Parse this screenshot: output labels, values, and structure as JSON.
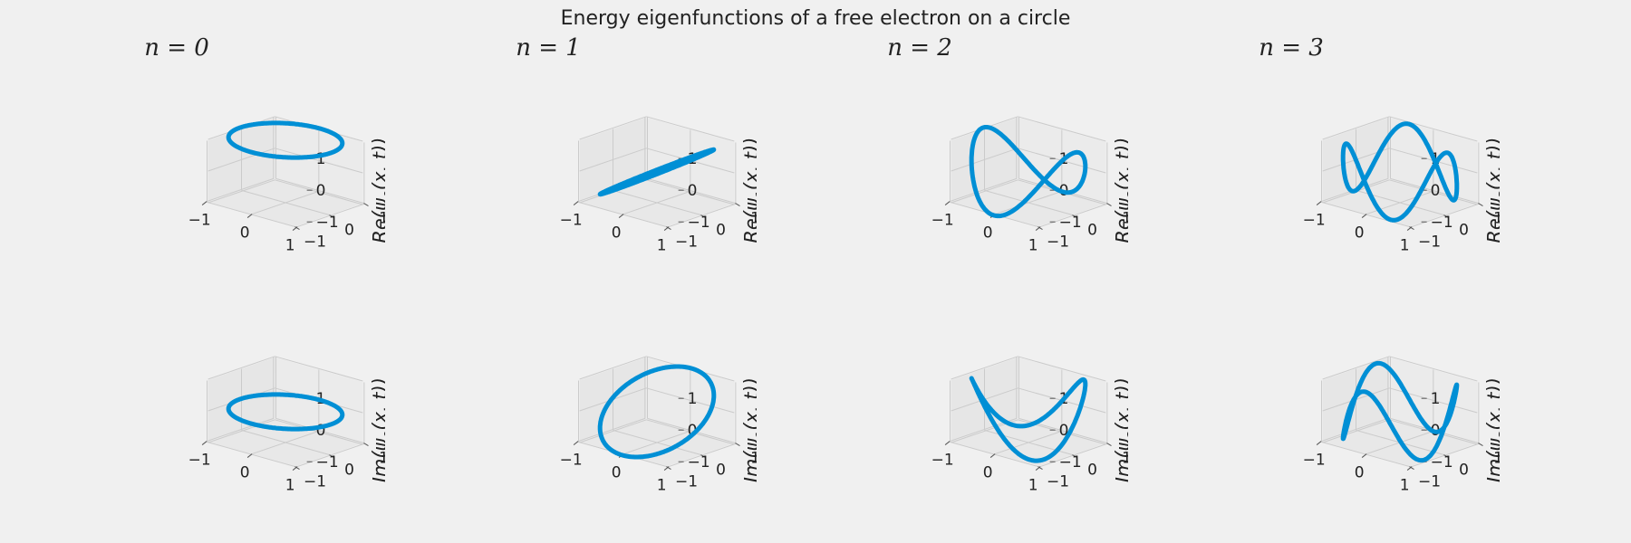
{
  "figure": {
    "title": "Energy eigenfunctions of a free electron on a circle"
  },
  "colors": {
    "background": "#f0f0f0",
    "pane": "#e8e8e8",
    "grid": "#cbcbcb",
    "line": "#008fd5",
    "text": "#222222"
  },
  "chart_data": [
    {
      "type": "line3d",
      "title": "n = 0",
      "part": "Re",
      "n": 0,
      "zlabel": "Re(ψ0(x, t))",
      "x_ticks": [
        "−1",
        "0",
        "1"
      ],
      "y_ticks": [
        "1",
        "0",
        "−1"
      ],
      "z_ticks": [
        "1",
        "0",
        "−1"
      ],
      "xlim": [
        -1,
        1
      ],
      "ylim": [
        -1,
        1
      ],
      "zlim": [
        -1,
        1
      ],
      "series": [
        {
          "x": "cos(θ)",
          "y": "sin(θ)",
          "z": "cos(0·θ) = 1",
          "theta_range": [
            0,
            6.2832
          ]
        }
      ]
    },
    {
      "type": "line3d",
      "title": "n = 1",
      "part": "Re",
      "n": 1,
      "zlabel": "Re(ψ1(x, t))",
      "x_ticks": [
        "−1",
        "0",
        "1"
      ],
      "y_ticks": [
        "1",
        "0",
        "−1"
      ],
      "z_ticks": [
        "1",
        "0",
        "−1"
      ],
      "xlim": [
        -1,
        1
      ],
      "ylim": [
        -1,
        1
      ],
      "zlim": [
        -1,
        1
      ],
      "series": [
        {
          "x": "cos(θ)",
          "y": "sin(θ)",
          "z": "cos(1·θ)",
          "theta_range": [
            0,
            6.2832
          ]
        }
      ]
    },
    {
      "type": "line3d",
      "title": "n = 2",
      "part": "Re",
      "n": 2,
      "zlabel": "Re(ψ2(x, t))",
      "x_ticks": [
        "−1",
        "0",
        "1"
      ],
      "y_ticks": [
        "1",
        "0",
        "−1"
      ],
      "z_ticks": [
        "1",
        "0",
        "−1"
      ],
      "xlim": [
        -1,
        1
      ],
      "ylim": [
        -1,
        1
      ],
      "zlim": [
        -1,
        1
      ],
      "series": [
        {
          "x": "cos(θ)",
          "y": "sin(θ)",
          "z": "cos(2·θ)",
          "theta_range": [
            0,
            6.2832
          ]
        }
      ]
    },
    {
      "type": "line3d",
      "title": "n = 3",
      "part": "Re",
      "n": 3,
      "zlabel": "Re(ψ3(x, t))",
      "x_ticks": [
        "−1",
        "0",
        "1"
      ],
      "y_ticks": [
        "1",
        "0",
        "−1"
      ],
      "z_ticks": [
        "1",
        "0",
        "−1"
      ],
      "xlim": [
        -1,
        1
      ],
      "ylim": [
        -1,
        1
      ],
      "zlim": [
        -1,
        1
      ],
      "series": [
        {
          "x": "cos(θ)",
          "y": "sin(θ)",
          "z": "cos(3·θ)",
          "theta_range": [
            0,
            6.2832
          ]
        }
      ]
    },
    {
      "type": "line3d",
      "title": "",
      "part": "Im",
      "n": 0,
      "zlabel": "Im(ψ0(x, t))",
      "x_ticks": [
        "−1",
        "0",
        "1"
      ],
      "y_ticks": [
        "1",
        "0",
        "−1"
      ],
      "z_ticks": [
        "1",
        "0",
        "−1"
      ],
      "xlim": [
        -1,
        1
      ],
      "ylim": [
        -1,
        1
      ],
      "zlim": [
        -1,
        1
      ],
      "series": [
        {
          "x": "cos(θ)",
          "y": "sin(θ)",
          "z": "sin(0·θ) = 0",
          "theta_range": [
            0,
            6.2832
          ]
        }
      ]
    },
    {
      "type": "line3d",
      "title": "",
      "part": "Im",
      "n": 1,
      "zlabel": "Im(ψ1(x, t))",
      "x_ticks": [
        "−1",
        "0",
        "1"
      ],
      "y_ticks": [
        "1",
        "0",
        "−1"
      ],
      "z_ticks": [
        "1",
        "0",
        "−1"
      ],
      "xlim": [
        -1,
        1
      ],
      "ylim": [
        -1,
        1
      ],
      "zlim": [
        -1,
        1
      ],
      "series": [
        {
          "x": "cos(θ)",
          "y": "sin(θ)",
          "z": "sin(1·θ)",
          "theta_range": [
            0,
            6.2832
          ]
        }
      ]
    },
    {
      "type": "line3d",
      "title": "",
      "part": "Im",
      "n": 2,
      "zlabel": "Im(ψ2(x, t))",
      "x_ticks": [
        "−1",
        "0",
        "1"
      ],
      "y_ticks": [
        "1",
        "0",
        "−1"
      ],
      "z_ticks": [
        "1",
        "0",
        "−1"
      ],
      "xlim": [
        -1,
        1
      ],
      "ylim": [
        -1,
        1
      ],
      "zlim": [
        -1,
        1
      ],
      "series": [
        {
          "x": "cos(θ)",
          "y": "sin(θ)",
          "z": "sin(2·θ)",
          "theta_range": [
            0,
            6.2832
          ]
        }
      ]
    },
    {
      "type": "line3d",
      "title": "",
      "part": "Im",
      "n": 3,
      "zlabel": "Im(ψ3(x, t))",
      "x_ticks": [
        "−1",
        "0",
        "1"
      ],
      "y_ticks": [
        "1",
        "0",
        "−1"
      ],
      "z_ticks": [
        "1",
        "0",
        "−1"
      ],
      "xlim": [
        -1,
        1
      ],
      "ylim": [
        -1,
        1
      ],
      "zlim": [
        -1,
        1
      ],
      "series": [
        {
          "x": "cos(θ)",
          "y": "sin(θ)",
          "z": "sin(3·θ)",
          "theta_range": [
            0,
            6.2832
          ]
        }
      ]
    }
  ]
}
